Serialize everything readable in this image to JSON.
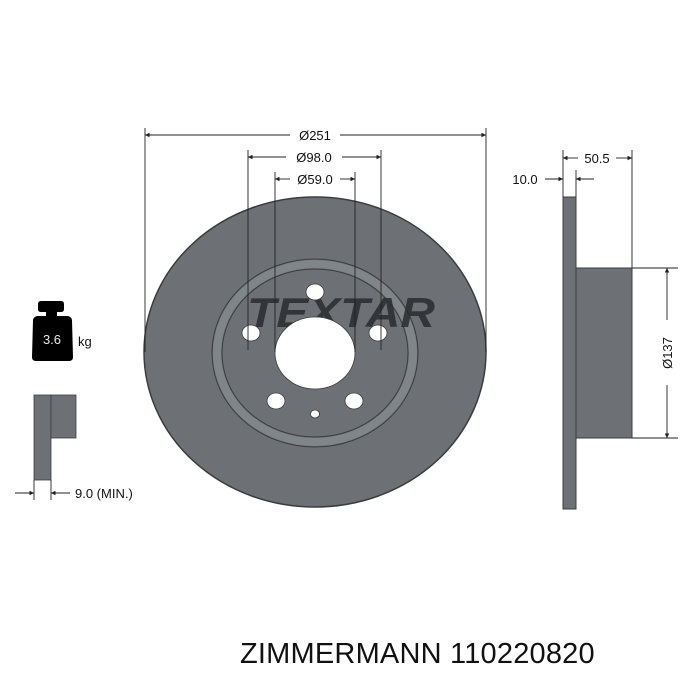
{
  "colors": {
    "disc_fill": "#6d7175",
    "disc_edge": "#3a3d40",
    "line": "#222222",
    "background": "#ffffff",
    "weight_icon": "#000000"
  },
  "front_view": {
    "brand_logo": "TEXTAR",
    "dimensions": {
      "outer_diameter": "Ø251",
      "bolt_circle": "Ø98.0",
      "center_bore": "Ø59.0"
    },
    "bolt_holes": 5,
    "pilot_holes": 1
  },
  "side_view": {
    "dimensions": {
      "disc_thickness": "10.0",
      "overall_height": "50.5",
      "hat_diameter": "Ø137"
    }
  },
  "weight": {
    "value": "3.6",
    "unit": "kg"
  },
  "min_thickness": {
    "label": "9.0 (MIN.)"
  },
  "caption": {
    "brand": "ZIMMERMANN",
    "part_number": "110220820"
  }
}
